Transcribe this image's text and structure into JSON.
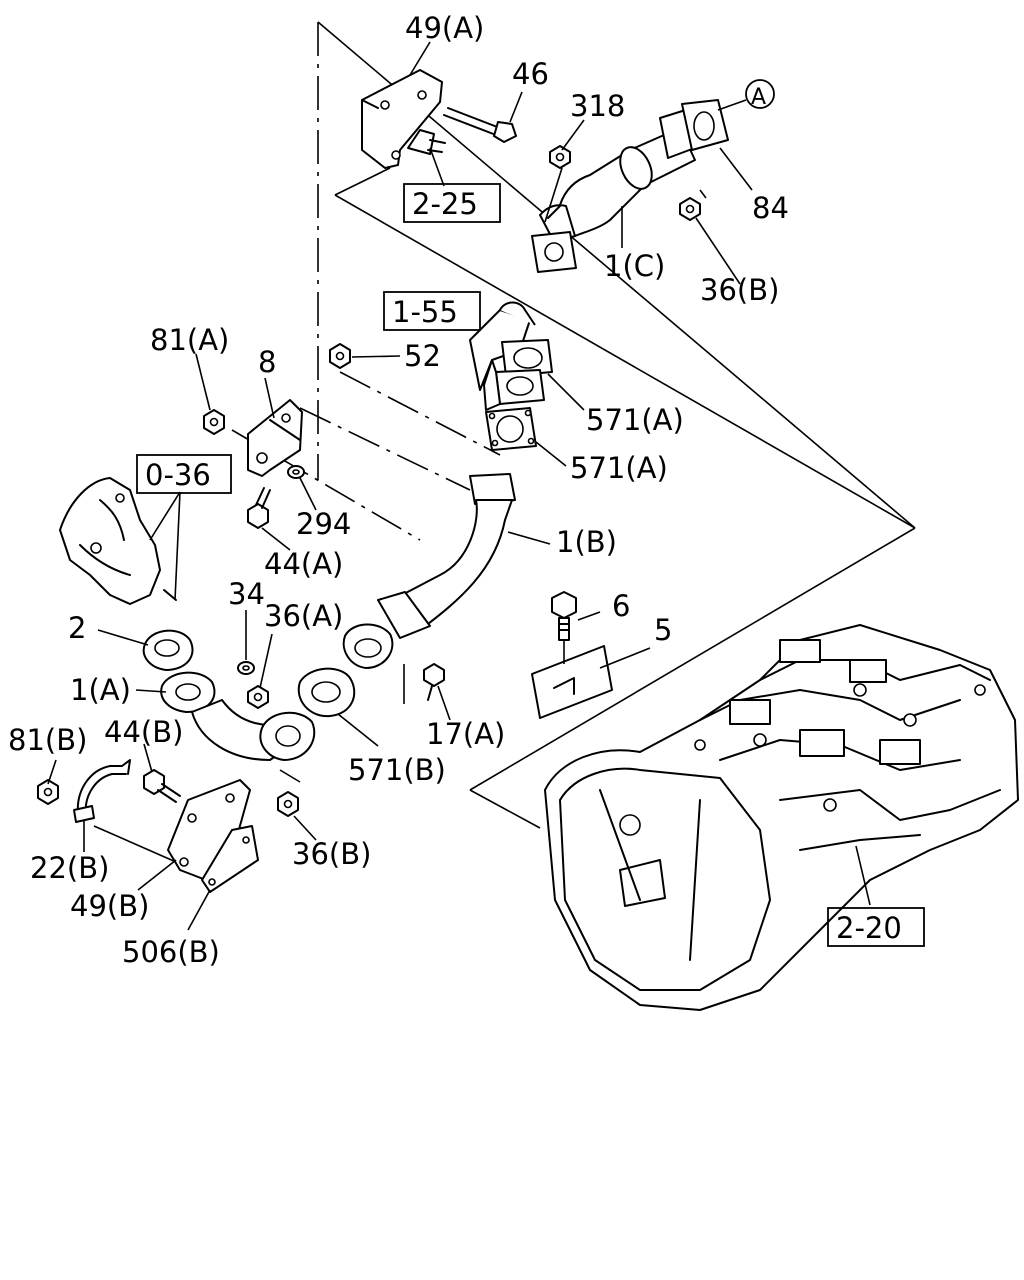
{
  "labels": {
    "p49a": "49(A)",
    "p46": "46",
    "p318": "318",
    "pA": "A",
    "p84": "84",
    "p1c": "1(C)",
    "p36b_top": "36(B)",
    "p81a": "81(A)",
    "p8": "8",
    "p52": "52",
    "p571a_1": "571(A)",
    "p571a_2": "571(A)",
    "p294": "294",
    "p44a": "44(A)",
    "p1b": "1(B)",
    "p2": "2",
    "p34": "34",
    "p36a": "36(A)",
    "p6": "6",
    "p5": "5",
    "p1a": "1(A)",
    "p81b": "81(B)",
    "p44b": "44(B)",
    "p17a": "17(A)",
    "p571b": "571(B)",
    "p22b": "22(B)",
    "p36b_bot": "36(B)",
    "p49b": "49(B)",
    "p506b": "506(B)"
  },
  "references": {
    "r2_25": "2-25",
    "r1_55": "1-55",
    "r0_36": "0-36",
    "r2_20": "2-20"
  }
}
